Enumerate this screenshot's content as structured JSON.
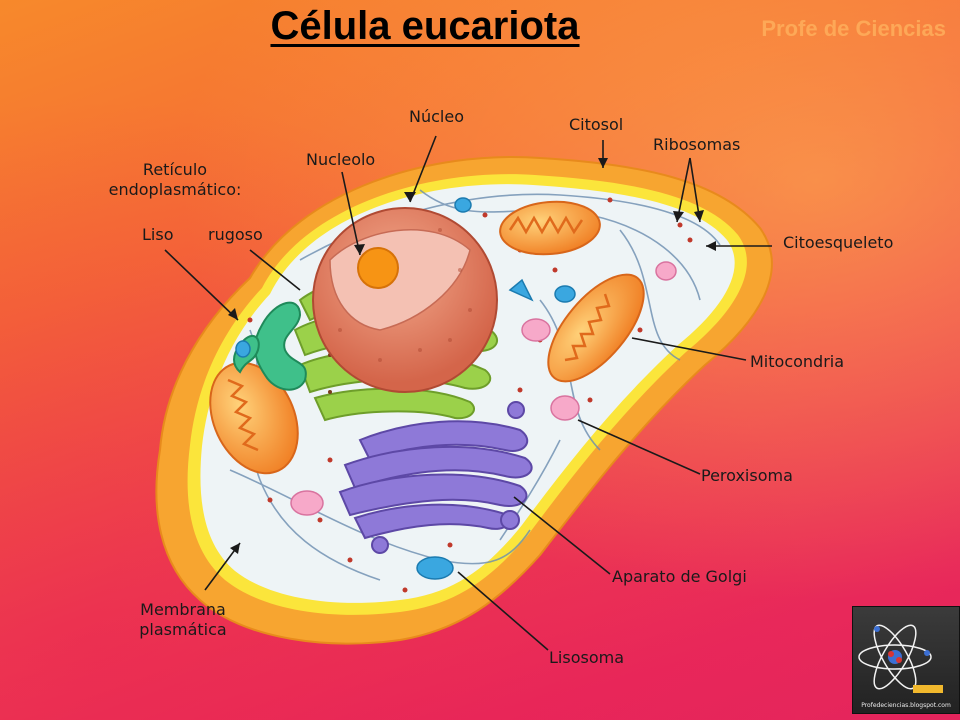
{
  "title": "Célula eucariota",
  "watermark": "Profe de Ciencias",
  "labels": {
    "nucleo": "Núcleo",
    "citosol": "Citosol",
    "ribosomas": "Ribosomas",
    "nucleolo": "Nucleolo",
    "reticulo_line1": "Retículo",
    "reticulo_line2": "endoplasmático:",
    "liso": "Liso",
    "rugoso": "rugoso",
    "citoesqueleto": "Citoesqueleto",
    "mitocondria": "Mitocondria",
    "peroxisoma": "Peroxisoma",
    "aparato_golgi": "Aparato de Golgi",
    "lisosoma": "Lisosoma",
    "membrana_line1": "Membrana",
    "membrana_line2": "plasmática"
  },
  "logo": {
    "caption": "Profedeciencias.blogspot.com"
  },
  "colors": {
    "membrane": "#f7a530",
    "membrane_inner": "#fbe53b",
    "cytoplasm": "#eef4f6",
    "nucleus": "#e58a6c",
    "nucleolus": "#f79414",
    "rough_er": "#9bd14a",
    "smooth_er": "#3fc08a",
    "mitochondria": "#f4932c",
    "golgi": "#8e79d8",
    "lysosome": "#3aa7e0",
    "peroxisome": "#f7a9c9"
  }
}
